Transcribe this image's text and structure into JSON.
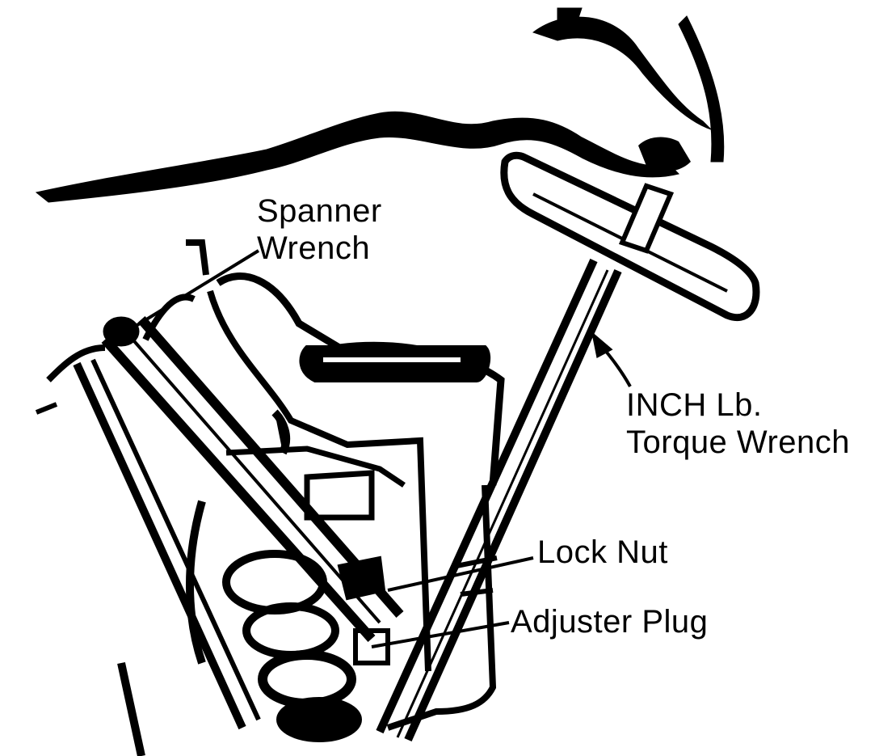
{
  "labels": {
    "spanner_wrench": {
      "line1": "Spanner",
      "line2": "Wrench"
    },
    "torque_wrench": {
      "line1": "INCH Lb.",
      "line2": "Torque Wrench"
    },
    "lock_nut": "Lock Nut",
    "adjuster_plug": "Adjuster Plug"
  },
  "colors": {
    "ink": "#000000",
    "paper": "#ffffff"
  }
}
